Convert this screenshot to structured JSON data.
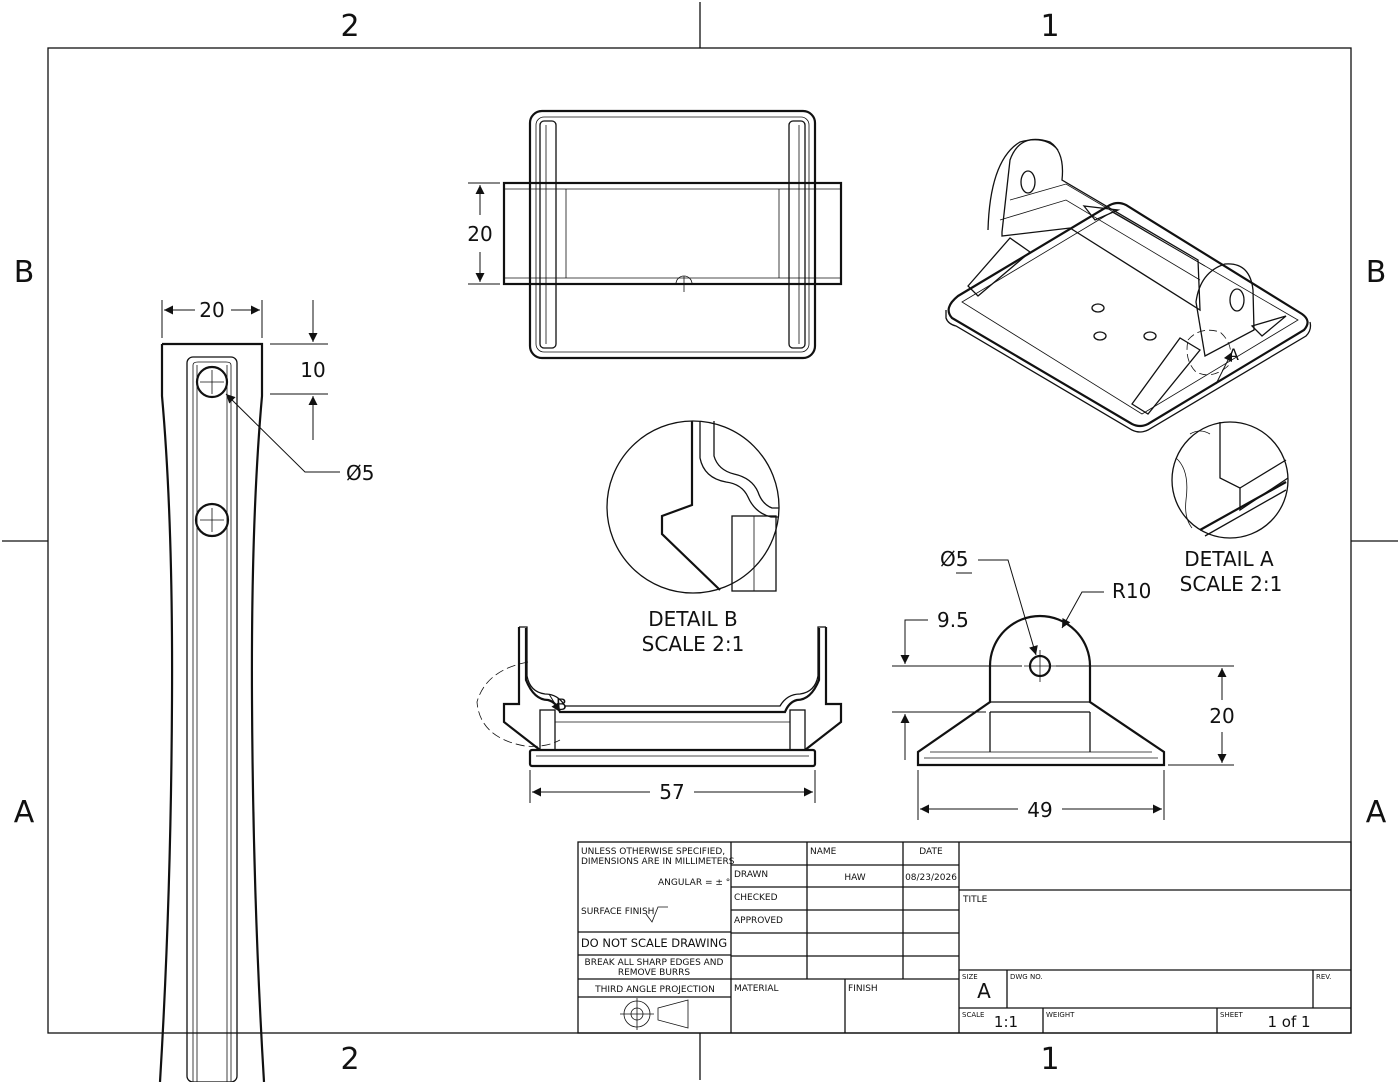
{
  "zones": {
    "top_left": "2",
    "top_right": "1",
    "bottom_left": "2",
    "bottom_right": "1",
    "left_upper": "B",
    "left_lower": "A",
    "right_upper": "B",
    "right_lower": "A"
  },
  "dims": {
    "side_width": "20",
    "side_hole_offset": "10",
    "side_hole_dia": "Ø5",
    "top_width": "20",
    "front_width": "57",
    "right_width": "49",
    "right_height": "20",
    "right_hole_height": "9.5",
    "right_hole_dia": "Ø5",
    "right_radius": "R10",
    "detail_a_marker": "A",
    "detail_b_marker": "B"
  },
  "details": {
    "a_title": "DETAIL A",
    "a_scale": "SCALE 2:1",
    "b_title": "DETAIL B",
    "b_scale": "SCALE 2:1"
  },
  "title_block": {
    "tolerance_line1": "UNLESS OTHERWISE SPECIFIED,",
    "tolerance_line2": "DIMENSIONS ARE IN MILLIMETERS",
    "angular": "ANGULAR = ± °",
    "surface_finish": "SURFACE FINISH",
    "do_not_scale": "DO NOT SCALE DRAWING",
    "break_edges_1": "BREAK ALL SHARP EDGES AND",
    "break_edges_2": "REMOVE BURRS",
    "projection": "THIRD ANGLE PROJECTION",
    "name_header": "NAME",
    "date_header": "DATE",
    "drawn_label": "DRAWN",
    "drawn_name": "HAW",
    "drawn_date": "08/23/2026",
    "checked_label": "CHECKED",
    "approved_label": "APPROVED",
    "material_label": "MATERIAL",
    "finish_label": "FINISH",
    "title_label": "TITLE",
    "size_label": "SIZE",
    "size_value": "A",
    "dwg_no_label": "DWG NO.",
    "rev_label": "REV.",
    "scale_label": "SCALE",
    "scale_value": "1:1",
    "weight_label": "WEIGHT",
    "sheet_label": "SHEET",
    "sheet_value": "1 of 1"
  }
}
